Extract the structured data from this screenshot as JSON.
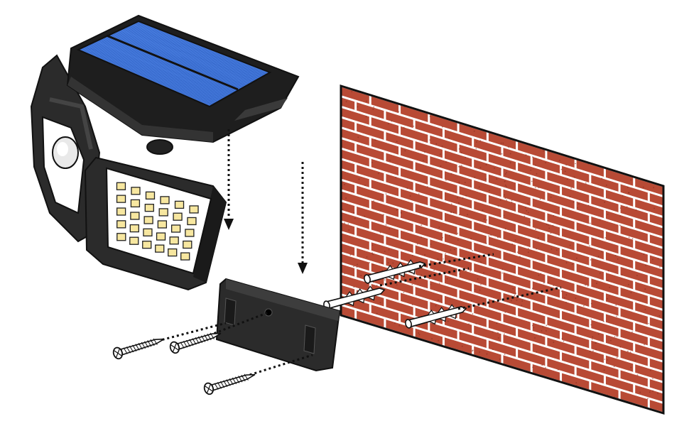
{
  "diagram": {
    "subject": "solar-wall-light-installation",
    "parts": [
      {
        "id": "solar-panel"
      },
      {
        "id": "led-lamp-head",
        "led_count": 30
      },
      {
        "id": "pir-motion-sensor"
      },
      {
        "id": "mounting-bracket"
      },
      {
        "id": "screw",
        "count": 3
      },
      {
        "id": "wall-anchor",
        "count": 3
      },
      {
        "id": "brick-wall"
      }
    ],
    "arrows": [
      {
        "id": "panel-to-bracket-arrow",
        "style": "dotted",
        "direction": "down"
      },
      {
        "id": "lamp-to-bracket-arrow",
        "style": "dotted",
        "direction": "down"
      }
    ],
    "colors": {
      "solar_cell": "#1f4fb0",
      "solar_cell_light": "#4f84e6",
      "housing": "#2b2b2b",
      "led": "#f7e7a0",
      "brick": "#b84a35",
      "mortar": "#ffffff",
      "screw": "#ffffff",
      "outline": "#111111"
    }
  }
}
